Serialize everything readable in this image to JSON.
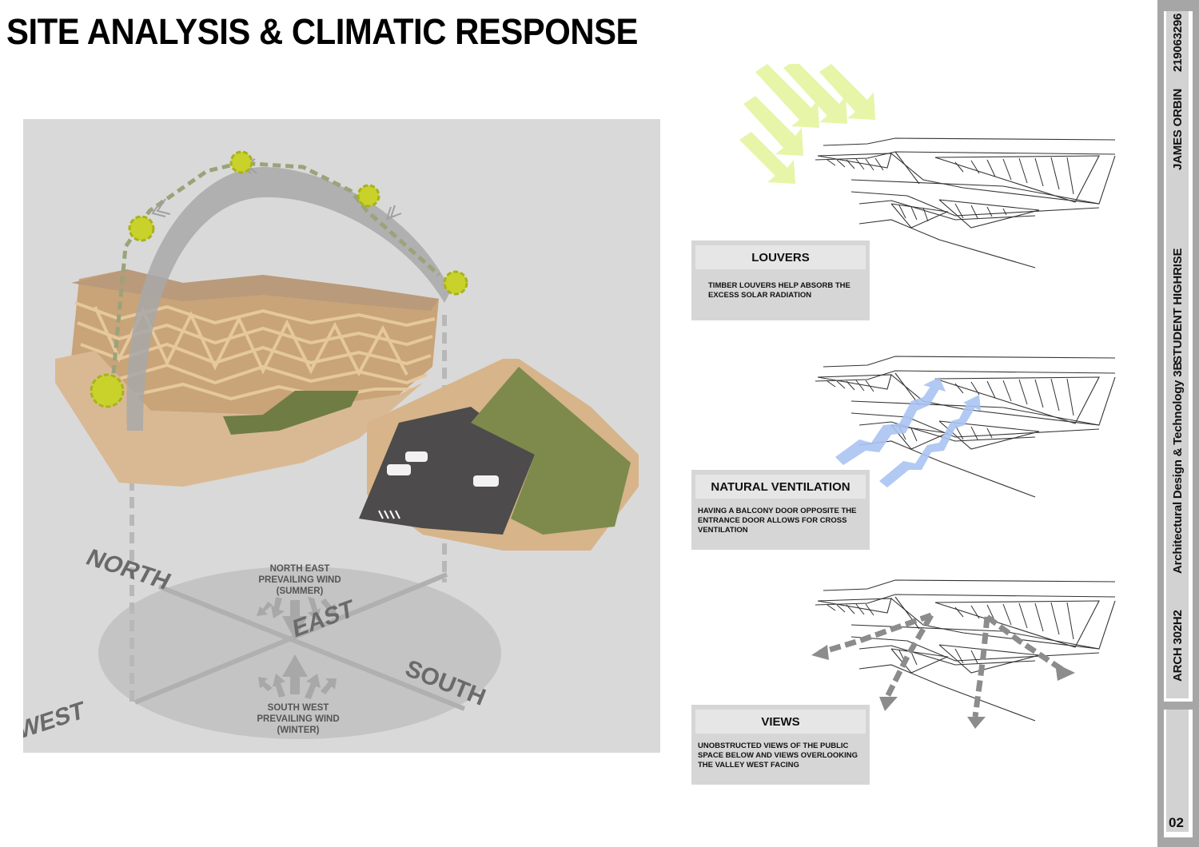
{
  "page": {
    "title": "SITE ANALYSIS & CLIMATIC RESPONSE",
    "page_number": "02"
  },
  "title_block": {
    "course_code": "ARCH 302H2",
    "course_name": "Architectural Design & Technology 3B",
    "project": "STUDENT HIGHRISE",
    "student_name": "JAMES ORBIN",
    "student_number": "219063296"
  },
  "site_diagram": {
    "compass": {
      "north": "NORTH",
      "east": "EAST",
      "south": "SOUTH",
      "west": "WEST"
    },
    "wind_summer": {
      "line1": "NORTH EAST",
      "line2": "PREVAILING WIND",
      "line3": "(SUMMER)"
    },
    "wind_winter": {
      "line1": "SOUTH WEST",
      "line2": "PREVAILING WIND",
      "line3": "(WINTER)"
    },
    "colors": {
      "panel_bg": "#d9d9d9",
      "sun": "#c8d22a",
      "sun_path": "#9aa37a",
      "ellipse": "#c4c4c4",
      "compass_text": "#666666"
    }
  },
  "strategies": [
    {
      "title": "LOUVERS",
      "description": "TIMBER LOUVERS HELP ABSORB THE EXCESS SOLAR RADIATION",
      "overlay": "sun-rays",
      "overlay_color": "#e6f5a8"
    },
    {
      "title": "NATURAL VENTILATION",
      "description": "HAVING A BALCONY DOOR OPPOSITE THE ENTRANCE DOOR ALLOWS FOR CROSS VENTILATION",
      "overlay": "airflow",
      "overlay_color": "#a9c4f2"
    },
    {
      "title": "VIEWS",
      "description": "UNOBSTRUCTED VIEWS OF THE PUBLIC SPACE BELOW AND VIEWS OVERLOOKING THE VALLEY WEST FACING",
      "overlay": "view-arrows",
      "overlay_color": "#8c8c8c"
    }
  ]
}
